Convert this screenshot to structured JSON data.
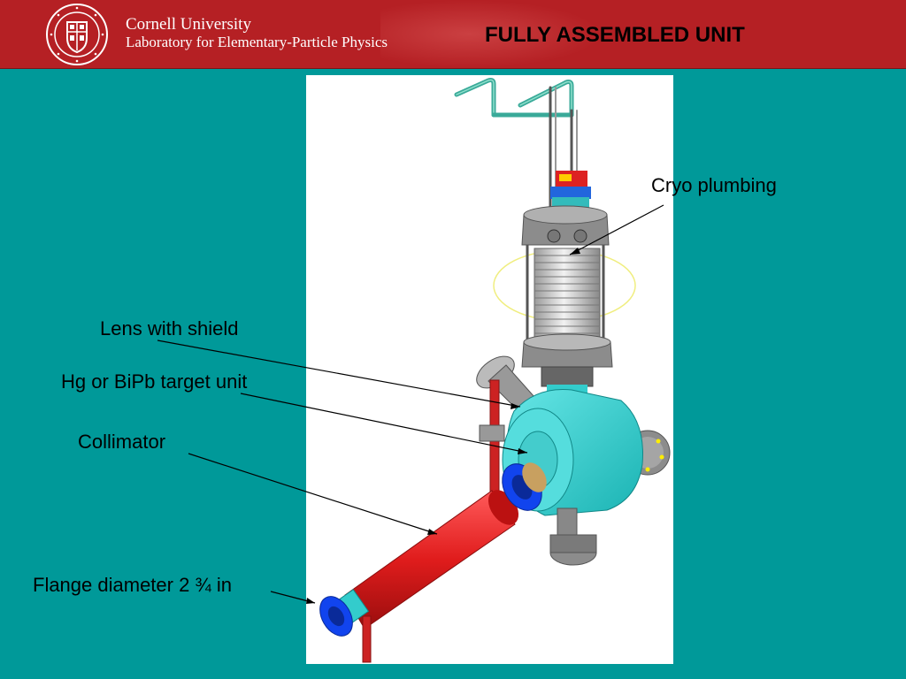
{
  "header": {
    "university": "Cornell University",
    "laboratory": "Laboratory for Elementary-Particle Physics",
    "title": "FULLY ASSEMBLED  UNIT"
  },
  "labels": {
    "cryo": "Cryo plumbing",
    "lens": "Lens with shield",
    "target": "Hg or BiPb target unit",
    "collimator": "Collimator",
    "flange": "Flange diameter 2 ¾ in"
  },
  "colors": {
    "background": "#009999",
    "header": "#b52024",
    "chamber": "#33cccc",
    "beam_pipe": "#dd2222",
    "flange": "#1144ee"
  }
}
